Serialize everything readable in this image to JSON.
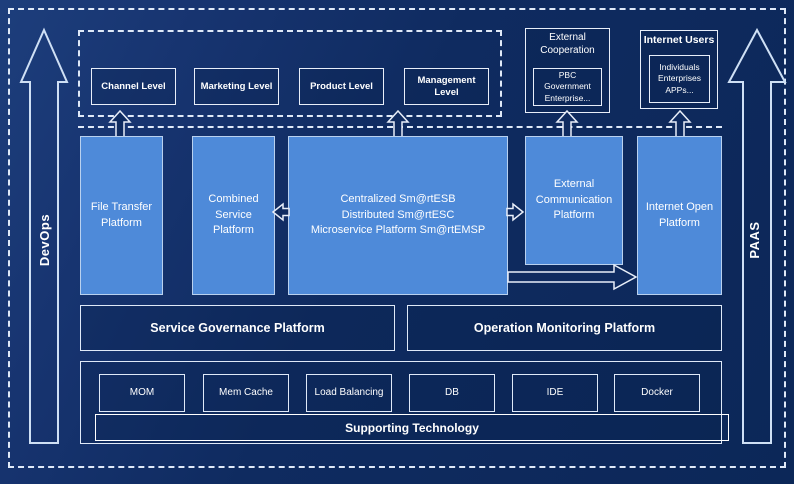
{
  "colors": {
    "background": "#0F2B60",
    "platform_fill": "#4E8AD9",
    "platform_border": "#B9D1EF",
    "line_border": "#E8EEF9",
    "text": "#FFFFFF"
  },
  "side_rails": {
    "left_label": "DevOps",
    "right_label": "PAAS"
  },
  "levels": {
    "items": [
      "Channel Level",
      "Marketing Level",
      "Product Level",
      "Management Level"
    ]
  },
  "external_cooperation": {
    "title": "External Cooperation",
    "inner": "PBC Government Enterprise..."
  },
  "internet_users": {
    "title": "Internet Users",
    "inner": "Individuals Enterprises APPs..."
  },
  "platforms": {
    "file_transfer": "File Transfer Platform",
    "combined_service": "Combined Service Platform",
    "central_lines": [
      "Centralized Sm@rtESB",
      "Distributed Sm@rtESC",
      "Microservice Platform Sm@rtEMSP"
    ],
    "external_communication": "External Communication Platform",
    "internet_open": "Internet Open Platform"
  },
  "governance": {
    "service": "Service Governance Platform",
    "operation": "Operation Monitoring Platform"
  },
  "supporting": {
    "items": [
      "MOM",
      "Mem Cache",
      "Load Balancing",
      "DB",
      "IDE",
      "Docker"
    ],
    "label": "Supporting Technology"
  }
}
